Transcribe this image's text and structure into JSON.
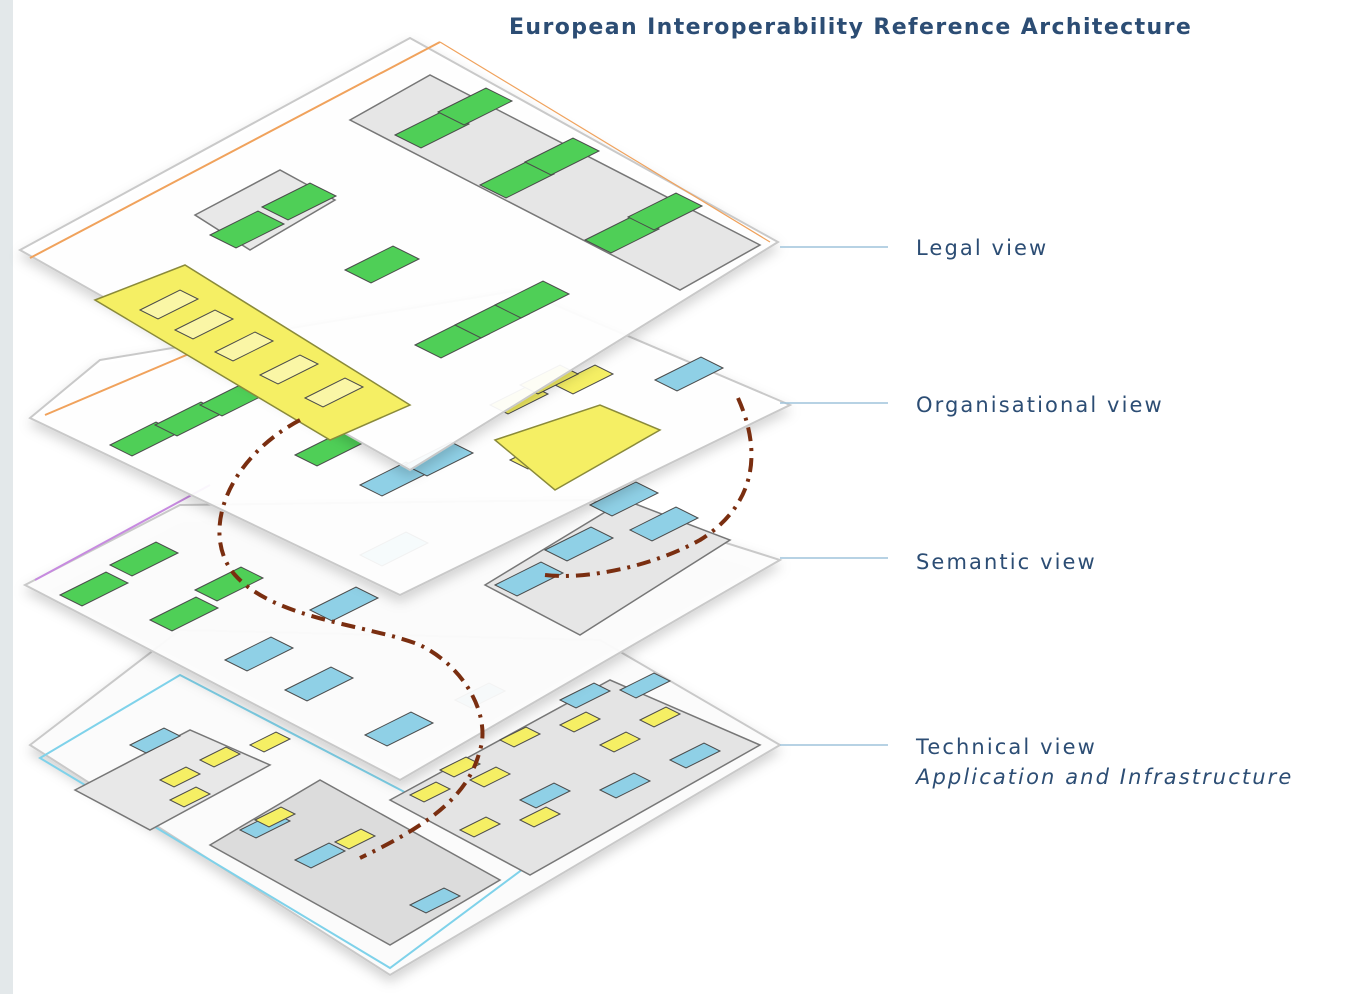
{
  "title": "European Interoperability Reference Architecture",
  "views": [
    {
      "label": "Legal view",
      "sublabel": ""
    },
    {
      "label": "Organisational view",
      "sublabel": ""
    },
    {
      "label": "Semantic view",
      "sublabel": ""
    },
    {
      "label": "Technical view",
      "sublabel": "Application and Infrastructure"
    }
  ],
  "colors": {
    "title": "#2c4d74",
    "green_block": "#4fcf57",
    "yellow_block": "#f5ef64",
    "blue_block": "#8fd0e6",
    "trace_line": "#7a2e10",
    "legal_border": "#f0a25c",
    "semantic_border": "#c78ae0",
    "technical_border": "#7fd2ea"
  }
}
